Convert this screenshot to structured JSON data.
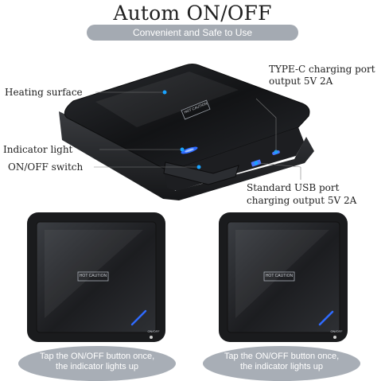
{
  "header": {
    "title": "Autom ON/OFF",
    "subtitle": "Convenient and Safe to Use"
  },
  "callouts": {
    "heating_surface": "Heating surface",
    "indicator_light": "Indicator light",
    "onoff_switch": "ON/OFF switch",
    "typec_line1": "TYPE-C charging port",
    "typec_line2": "output 5V 2A",
    "usb_line1": "Standard USB port",
    "usb_line2": "charging output 5V 2A"
  },
  "device_label": "HOT CAUTION",
  "panels": [
    {
      "label": "HOT CAUTION",
      "switch_label": "ON/OFF",
      "caption_line1": "Tap the ON/OFF button once,",
      "caption_line2": "the indicator lights up"
    },
    {
      "label": "HOT CAUTION",
      "switch_label": "ON/OFF",
      "caption_line1": "Tap the ON/OFF button once,",
      "caption_line2": "the indicator lights up"
    }
  ],
  "colors": {
    "device_body": "#1a1b1d",
    "indicator_blue": "#2f6bff",
    "caption_bg": "#a8aeb6"
  }
}
